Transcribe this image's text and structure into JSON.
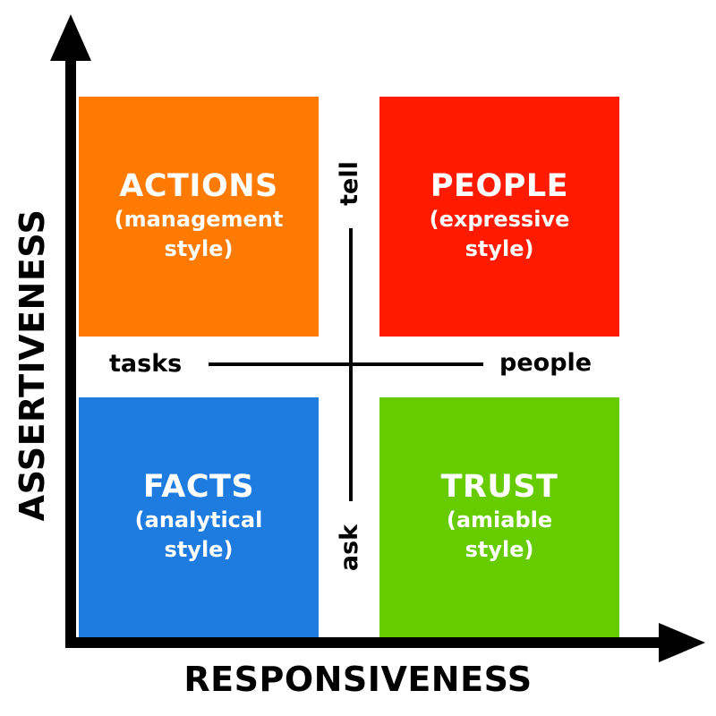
{
  "colors": {
    "actions": "#ff7a00",
    "people": "#ff1a00",
    "facts": "#1e7be0",
    "trust": "#66cc00",
    "axis": "#000000",
    "text_on_box": "#ffffff"
  },
  "axes": {
    "x_label": "RESPONSIVENESS",
    "y_label": "ASSERTIVENESS"
  },
  "dividers": {
    "horizontal_left": "tasks",
    "horizontal_right": "people",
    "vertical_top": "tell",
    "vertical_bottom": "ask"
  },
  "quadrants": {
    "top_left": {
      "title": "ACTIONS",
      "sub1": "(management",
      "sub2": "style)"
    },
    "top_right": {
      "title": "PEOPLE",
      "sub1": "(expressive",
      "sub2": "style)"
    },
    "bottom_left": {
      "title": "FACTS",
      "sub1": "(analytical",
      "sub2": "style)"
    },
    "bottom_right": {
      "title": "TRUST",
      "sub1": "(amiable",
      "sub2": "style)"
    }
  }
}
